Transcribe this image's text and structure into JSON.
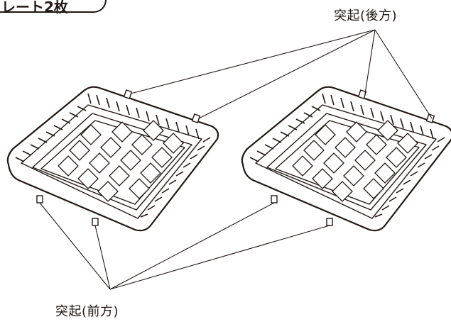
{
  "header_tab": {
    "text": "レート2枚"
  },
  "labels": {
    "rear": "突起(後方)",
    "front": "突起(前方)"
  },
  "plates": [
    {
      "name": "left-plate"
    },
    {
      "name": "right-plate"
    }
  ]
}
